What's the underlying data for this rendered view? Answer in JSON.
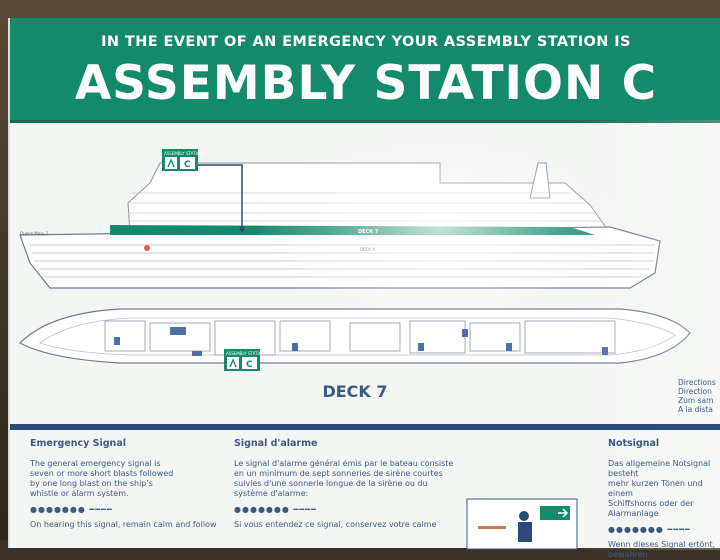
{
  "banner": {
    "subtitle": "IN THE EVENT OF AN EMERGENCY YOUR ASSEMBLY STATION IS",
    "title": "ASSEMBLY STATION C"
  },
  "profile": {
    "station_sign_title": "ASSEMBLY STATION",
    "station_letter": "C",
    "ship_name": "Queen Mary 2",
    "deck_label_upper": "DECK 7",
    "deck_label_lower": "DECK 4"
  },
  "deck_plan": {
    "station_sign_title": "ASSEMBLY STATION",
    "station_letter": "C",
    "caption": "DECK 7"
  },
  "directions": [
    "Directions",
    "Direction",
    "Zum sam",
    "A la dista"
  ],
  "notices": {
    "english": {
      "heading": "Emergency Signal",
      "line1": "The general emergency signal is",
      "line2": "seven or more short blasts followed",
      "line3": "by one long blast on the ship's",
      "line4": "whistle or alarm system.",
      "dots": "●●●●●●● ━━━━",
      "after": "On hearing this signal, remain calm and follow"
    },
    "french": {
      "heading": "Signal d'alarme",
      "line1": "Le signal d'alarme général émis par le bateau consiste",
      "line2": "en un minimum de sept sonneries de sirène courtes",
      "line3": "suivies d'une sonnerie longue de la sirène ou du",
      "line4": "système d'alarme:",
      "dots": "●●●●●●● ━━━━",
      "after": "Si vous entendez ce signal, conservez votre calme"
    },
    "german": {
      "heading": "Notsignal",
      "line1": "Das allgemeine Notsignal besteht",
      "line2": "mehr kurzen Tönen und einem",
      "line3": "Schiffshorns oder der Alarmanlage",
      "dots": "●●●●●●● ━━━━",
      "after": "Wenn dieses Signal ertönt, bewahren"
    }
  },
  "colors": {
    "banner_green": "#138a6a",
    "ink_blue": "#3c5a86",
    "divider_navy": "#2c4a7a"
  }
}
